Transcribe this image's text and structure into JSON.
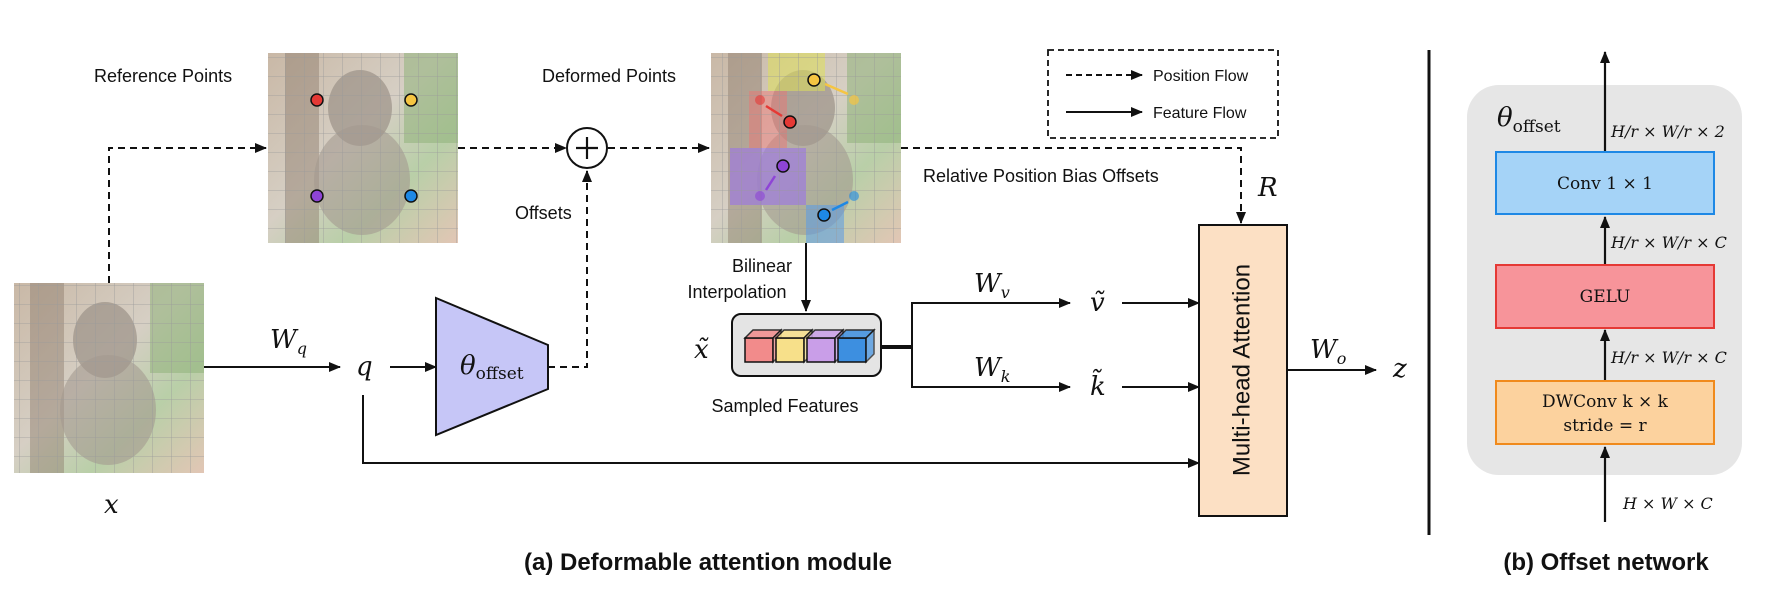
{
  "panel_a": {
    "caption": "(a)  Deformable attention module",
    "reference_points_label": "Reference Points",
    "deformed_points_label": "Deformed Points",
    "offsets_label": "Offsets",
    "relative_bias_label": "Relative Position Bias Offsets",
    "bilinear_label_line1": "Bilinear",
    "bilinear_label_line2": "Interpolation",
    "sampled_features_label": "Sampled Features",
    "legend": {
      "position_flow": "Position Flow",
      "feature_flow": "Feature Flow"
    },
    "math": {
      "x": "x",
      "Wq_main": "W",
      "Wq_sub": "q",
      "q": "q",
      "theta": "θ",
      "theta_sub": "offset",
      "plus": "+",
      "x_tilde": "x̃",
      "Wv_main": "W",
      "Wv_sub": "v",
      "Wk_main": "W",
      "Wk_sub": "k",
      "v_tilde": "ṽ",
      "k_tilde": "k̃",
      "R": "R",
      "Wo_main": "W",
      "Wo_sub": "o",
      "z": "z"
    },
    "attention_label": "Multi-head Attention",
    "point_colors": {
      "red": "#e53935",
      "yellow": "#f5c542",
      "purple": "#8e44d6",
      "blue": "#1e88e5"
    },
    "cube_colors": [
      "#f28b8b",
      "#f7e08a",
      "#c99ee8",
      "#3d8fe0"
    ]
  },
  "panel_b": {
    "caption": "(b)  Offset network",
    "theta": "θ",
    "theta_sub": "offset",
    "conv_label": "Conv 1 × 1",
    "gelu_label": "GELU",
    "dwconv_line1": "DWConv k × k",
    "dwconv_line2": "stride = r",
    "dim_top": "H/r × W/r × 2",
    "dim_mid1": "H/r × W/r × C",
    "dim_mid2": "H/r × W/r × C",
    "dim_input": "H × W × C",
    "colors": {
      "conv": "#a5d3f7",
      "gelu": "#f7949a",
      "dwconv": "#fcd29e",
      "panel_bg": "#e6e6e6"
    }
  }
}
